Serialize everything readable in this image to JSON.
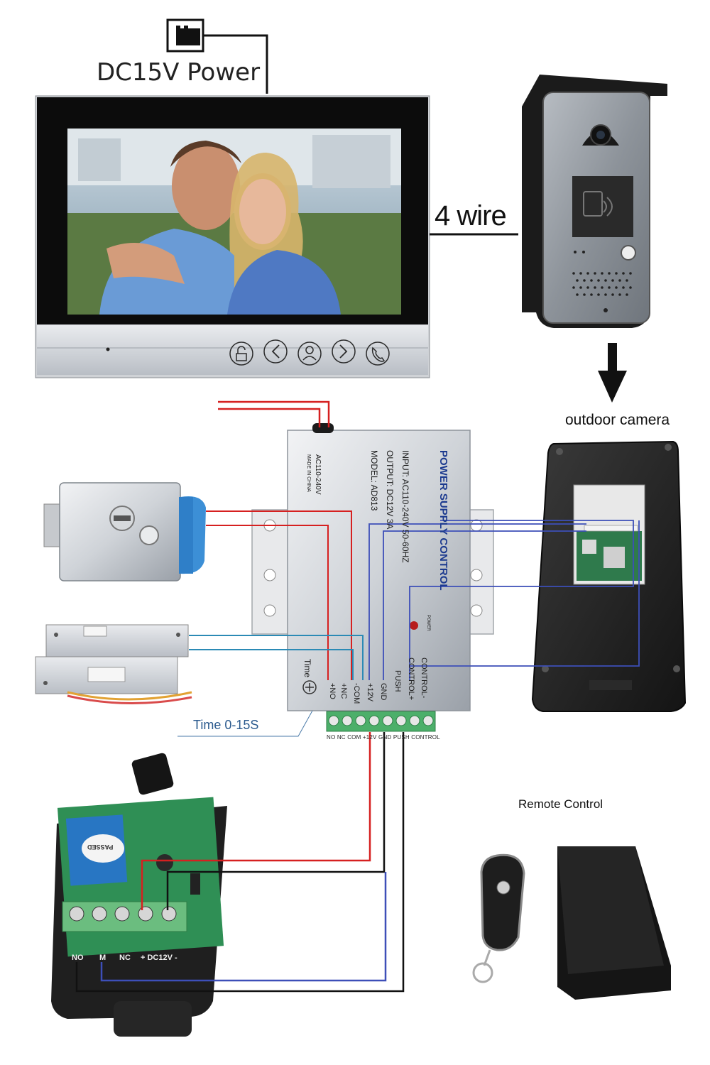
{
  "labels": {
    "power": "DC15V Power",
    "wire": "4 wire",
    "outdoor_camera": "outdoor camera",
    "time": "Time 0-15S",
    "remote_control": "Remote Control"
  },
  "psu": {
    "title": "POWER SUPPLY CONTROL",
    "input": "INPUT: AC110-240V  50-60HZ",
    "output": "OUTPUT: DC12V  3A",
    "model": "MODEL: AD813",
    "ac": "AC110-240V",
    "made": "MADE IN CHINA",
    "power_led": "POWER",
    "time_knob": "Time",
    "terminals": [
      "+NO",
      "+NC",
      "-COM",
      "+12V",
      "GND",
      "PUSH",
      "CONTROL+",
      "CONTROL-"
    ],
    "terminal_caption": "NO  NC  COM  +12V GND  PUSH   CONTROL"
  },
  "receiver": {
    "terminals": [
      "NO",
      "M",
      "NC",
      "+ DC12V -"
    ],
    "sticker": "PASSED"
  },
  "colors": {
    "red_wire": "#d62020",
    "blue_wire": "#3d4fb8",
    "black_wire": "#111111",
    "psu_body": "#dfe1e4",
    "terminal_green": "#4caf6a",
    "board_green": "#2f8f55"
  },
  "icons": {
    "monitor_buttons": [
      "unlock-icon",
      "left-arrow-icon",
      "intercom-icon",
      "right-arrow-icon",
      "call-icon"
    ]
  }
}
